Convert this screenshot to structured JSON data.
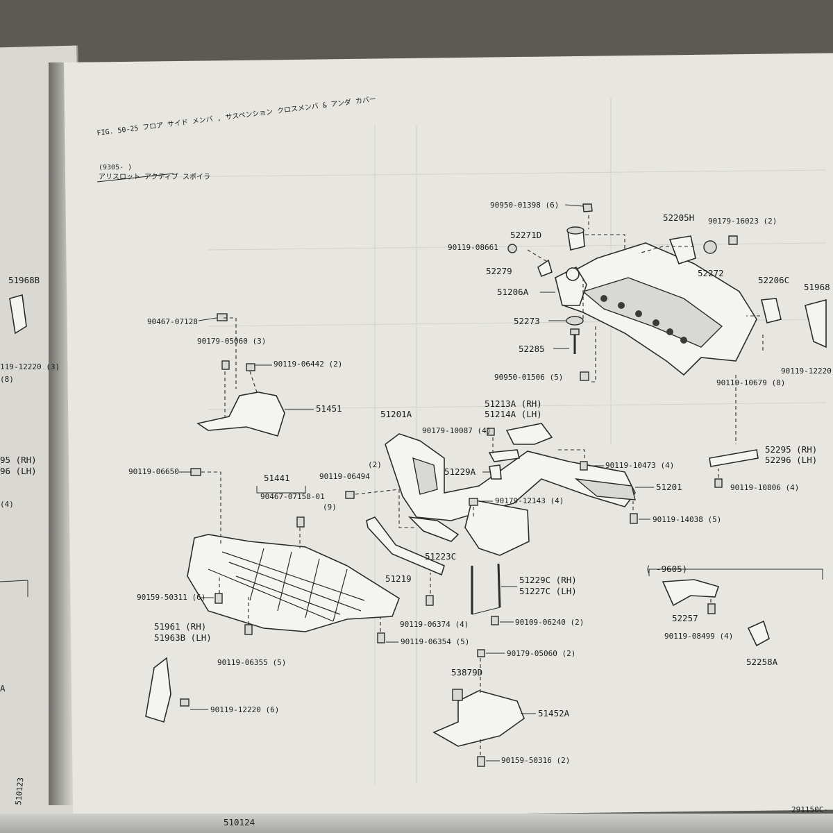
{
  "header": {
    "fig_title": "FIG. 50-25 フロア サイド メンバ , サスペンション クロスメンバ & アンダ カバー",
    "scope_line": "(9305-      )",
    "scope_sub": "アリスロット アクティブ スポイラ"
  },
  "labels": {
    "p1": "90950-01398 (6)",
    "p2": "52271D",
    "p3": "90119-08661",
    "p4": "52279",
    "p5": "51206A",
    "p6": "52273",
    "p7": "52285",
    "p8": "90950-01506 (5)",
    "p9": "52205H",
    "p10": "90179-16023 (2)",
    "p11": "52272",
    "p12": "52206C",
    "p13": "51968",
    "p14": "90119-12220",
    "p15": "90119-10679 (8)",
    "p16": "90467-07128",
    "p17": "90179-05060 (3)",
    "p18": "90119-06442 (2)",
    "p19": "51451",
    "p20": "90119-06650",
    "p21": "51441",
    "p22": "90467-07158-01",
    "p23": "(9)",
    "p24": "51201A",
    "p25": "90179-10087 (4)",
    "p26": "51213A (RH)",
    "p27": "51214A (LH)",
    "p28": "(2)",
    "p29": "90119-06494",
    "p30": "51229A",
    "p31": "90119-10473 (4)",
    "p32": "51201",
    "p33": "90179-12143 (4)",
    "p34": "90119-14038 (5)",
    "p35": "52295 (RH)",
    "p36": "52296 (LH)",
    "p37": "90119-10806 (4)",
    "p38": "51223C",
    "p39": "51219",
    "p40": "51229C (RH)",
    "p41": "51227C (LH)",
    "p42": "90159-50311 (6)",
    "p43": "90119-06374 (4)",
    "p44": "90109-06240 (2)",
    "p45": "90119-06354 (5)",
    "p46": "51961  (RH)",
    "p47": "51963B (LH)",
    "p48": "90119-06355 (5)",
    "p49": "90179-05060 (2)",
    "p50": "53879D",
    "p51": "51452A",
    "p52": "90119-12220 (6)",
    "p53": "90159-50316 (2)",
    "p54": "(     -9605)",
    "p55": "52257",
    "p56": "90119-08499 (4)",
    "p57": "52258A"
  },
  "left_page": {
    "l1": "51968B",
    "l2": "119-12220 (3)",
    "l3": "(8)",
    "l4": "95 (RH)",
    "l5": "96 (LH)",
    "l6": "(4)",
    "l7": "A",
    "l8": "510123"
  },
  "footer": {
    "page_number": "510124",
    "right_code": "291150C-"
  }
}
